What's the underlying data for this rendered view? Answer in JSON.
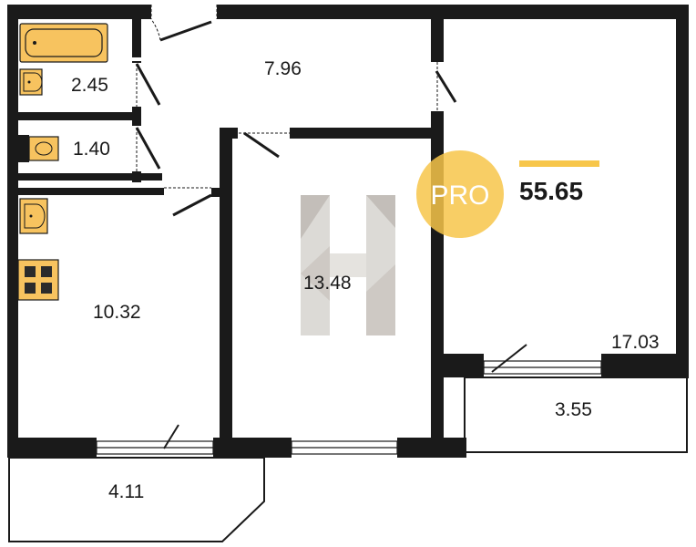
{
  "plan": {
    "rooms": [
      {
        "id": "bathroom",
        "area": "2.45"
      },
      {
        "id": "toilet",
        "area": "1.40"
      },
      {
        "id": "hall",
        "area": "7.96"
      },
      {
        "id": "kitchen",
        "area": "10.32"
      },
      {
        "id": "bedroom",
        "area": "13.48"
      },
      {
        "id": "living-room",
        "area": "17.03"
      },
      {
        "id": "balcony-right",
        "area": "3.55"
      },
      {
        "id": "loggia-left",
        "area": "4.11"
      }
    ],
    "total_area": "55.65",
    "badge": "PRO",
    "colors": {
      "wall": "#1a1a1a",
      "fixture": "#f7c35f",
      "badge": "#f7c64a",
      "accent_bar": "#f7c64a",
      "watermark": "#d9d6d2"
    }
  }
}
